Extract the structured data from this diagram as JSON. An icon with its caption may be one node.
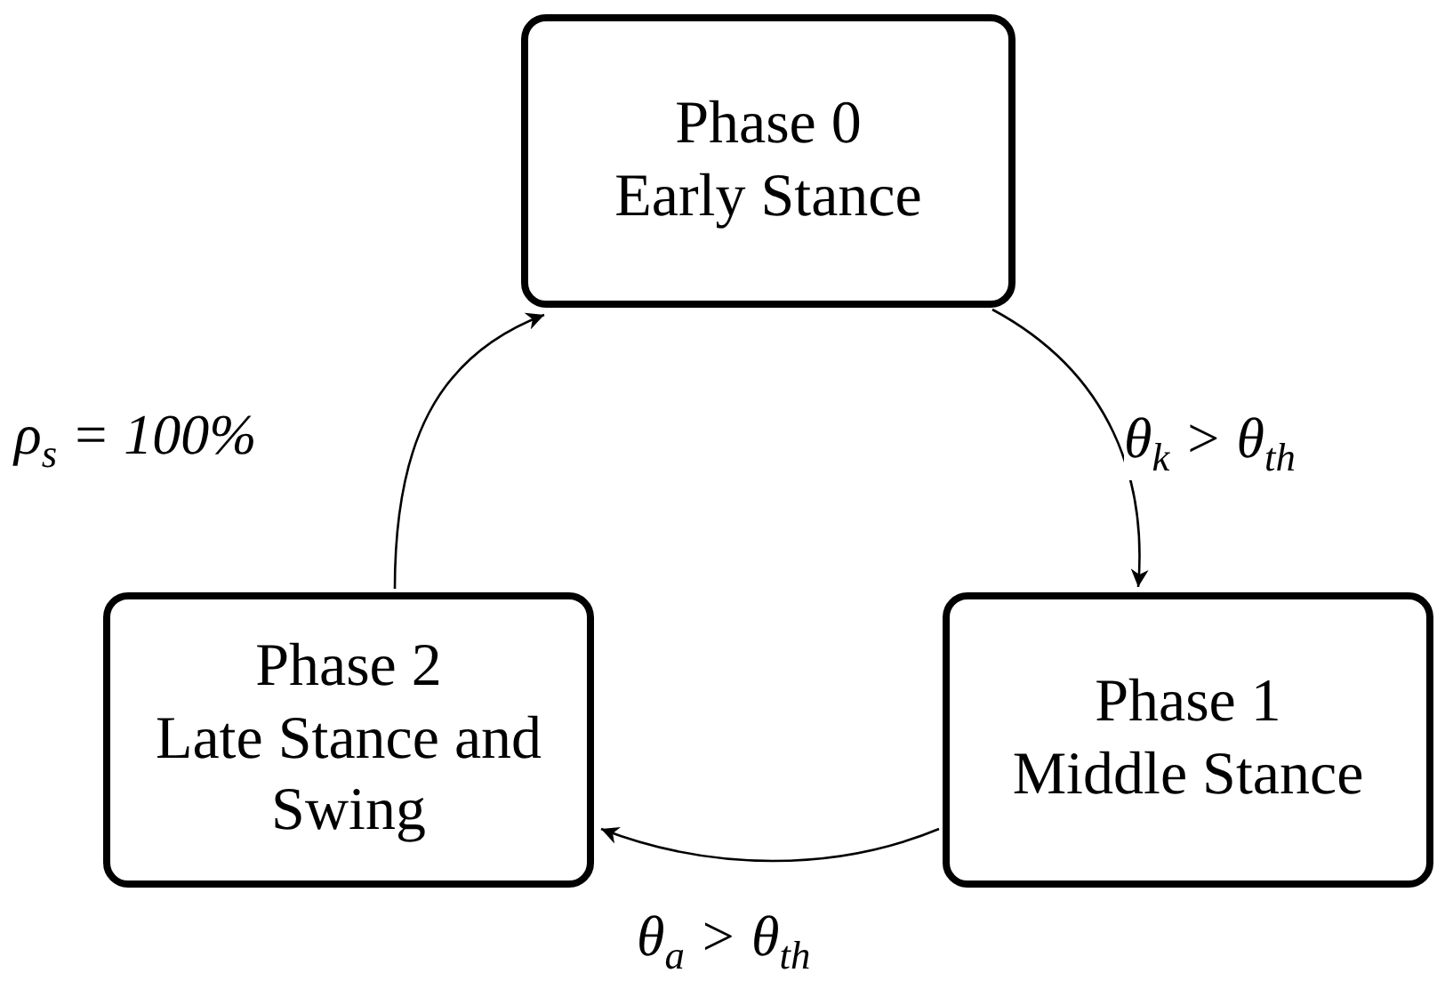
{
  "diagram": {
    "nodes": [
      {
        "text": [
          "Phase 0",
          "Early Stance"
        ]
      },
      {
        "text": [
          "Phase 1",
          "Middle Stance"
        ]
      },
      {
        "text": [
          "Phase 2",
          "Late Stance and Swing"
        ]
      }
    ],
    "edges": [
      {
        "from": 0,
        "to": 1,
        "arrow": "to",
        "label": "θ$_{k}$ > θ$_{th}$"
      },
      {
        "from": 1,
        "to": 2,
        "arrow": "to",
        "label": "θ$_{a}$ > θ$_{th}$"
      },
      {
        "from": 2,
        "to": 0,
        "arrow": "to",
        "label": "ρ$_{s}$ = 100%"
      }
    ]
  }
}
